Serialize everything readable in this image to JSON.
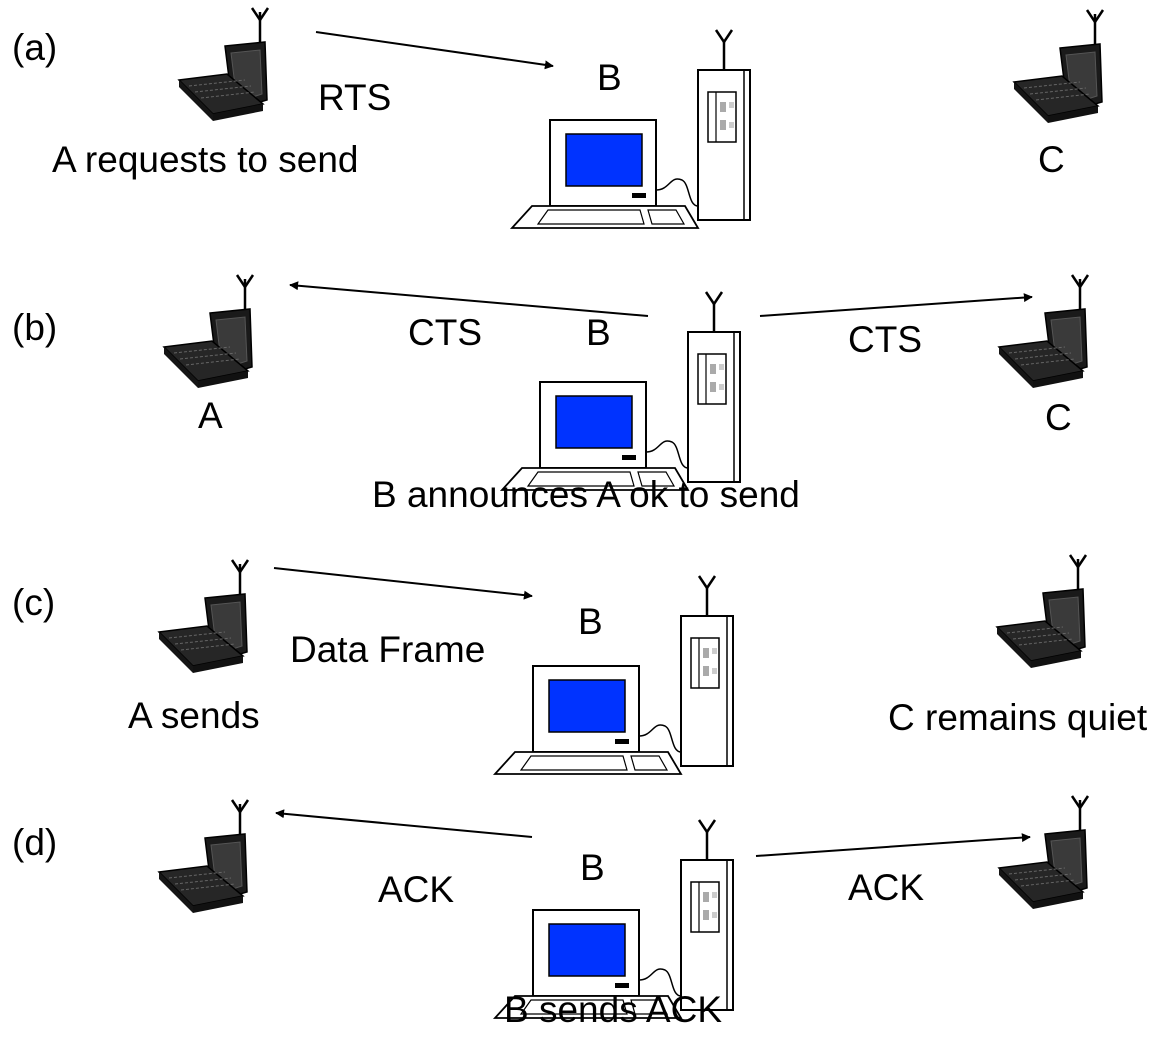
{
  "panels": [
    {
      "id": "a",
      "label": "(a)",
      "base_name": "B",
      "caption_left": "A requests to send",
      "caption_right": "C",
      "caption_center": "",
      "arrow_left_label": "RTS",
      "arrow_right_label": ""
    },
    {
      "id": "b",
      "label": "(b)",
      "base_name": "B",
      "caption_left": "A",
      "caption_right": "C",
      "caption_center": "B announces A ok to send",
      "arrow_left_label": "CTS",
      "arrow_right_label": "CTS"
    },
    {
      "id": "c",
      "label": "(c)",
      "base_name": "B",
      "caption_left": "A sends",
      "caption_right": "C remains quiet",
      "caption_center": "",
      "arrow_left_label": "Data Frame",
      "arrow_right_label": ""
    },
    {
      "id": "d",
      "label": "(d)",
      "base_name": "B",
      "caption_left": "",
      "caption_right": "",
      "caption_center": "B sends ACK",
      "arrow_left_label": "ACK",
      "arrow_right_label": "ACK"
    }
  ],
  "icons": {
    "station_left": "laptop-icon",
    "station_right": "laptop-icon",
    "access_point": "desktop-computer-icon"
  },
  "colors": {
    "screen": "#0033ff",
    "laptop_body": "#222222",
    "line": "#000000",
    "background": "#ffffff"
  }
}
